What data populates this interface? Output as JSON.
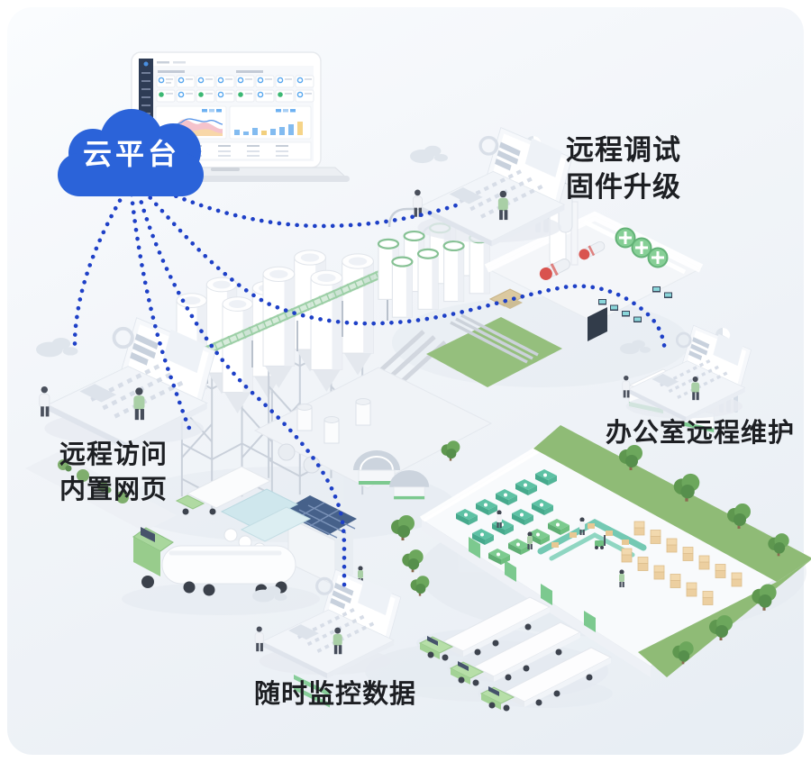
{
  "diagram": {
    "cloud": {
      "label": "云平台",
      "fill": "#2b63d9",
      "text_color": "#ffffff"
    },
    "labels": {
      "remote_debug_line1": "远程调试",
      "remote_debug_line2": "固件升级",
      "office_maintenance": "办公室远程维护",
      "remote_access_line1": "远程访问",
      "remote_access_line2": "内置网页",
      "monitoring": "随时监控数据"
    },
    "connection": {
      "dot_color": "#1e40c7",
      "style": "dotted"
    },
    "palette": {
      "card_top": "#fafcfe",
      "card_bottom": "#e7edf3",
      "accent_green": "#7cc98f",
      "machine_teal": "#5ec2a5",
      "lawn_green": "#8fbb76",
      "tree_green": "#66a15c",
      "carton_tan": "#eccfa0",
      "truck_cab_green": "#b7dfa8",
      "label_text": "#1d1f23",
      "sidebar_navy": "#2e3c55"
    }
  }
}
